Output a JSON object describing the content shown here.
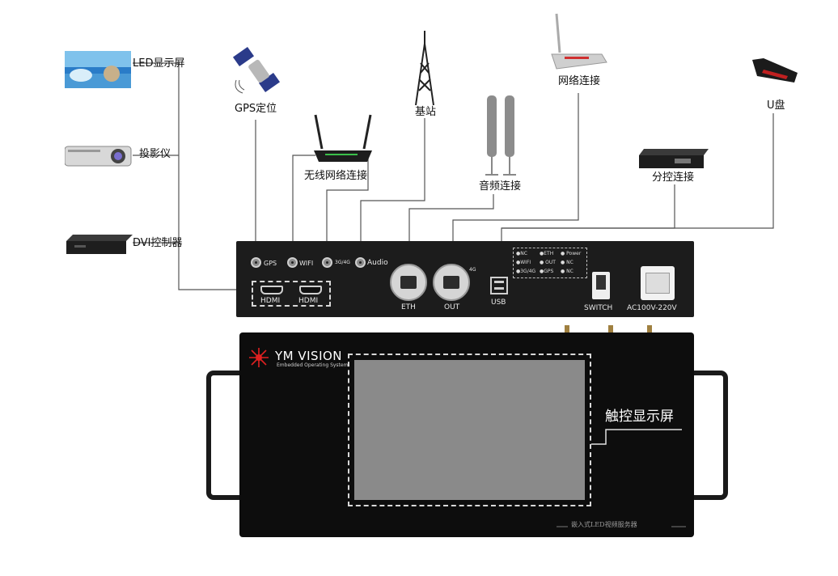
{
  "devices": {
    "led_display": "LED显示屏",
    "projector": "投影仪",
    "dvi_controller": "DVI控制器",
    "gps": "GPS定位",
    "wireless": "无线网络连接",
    "base_station": "基站",
    "audio": "音频连接",
    "network": "网络连接",
    "sub_control": "分控连接",
    "usb_disk": "U盘"
  },
  "rear_panel": {
    "gps": "GPS",
    "wifi": "WIFI",
    "g34": "3G/4G",
    "audio": "Audio",
    "hdmi_1": "HDMI",
    "hdmi_2": "HDMI",
    "eth": "ETH",
    "out": "OUT",
    "out_tag": "4G",
    "usb": "USB",
    "switch": "SWITCH",
    "power": "AC100V-220V",
    "indicators": [
      "●NC",
      "●ETH",
      "● Power",
      "●WIFI",
      "● OUT",
      "● NC",
      "●3G/4G",
      "●GPS",
      "● NC"
    ]
  },
  "front_panel": {
    "brand": "YM VISION",
    "brand_subtitle": "Embedded Operating System",
    "touch_label": "触控显示屏",
    "bottom_text": "嵌入式LED视频服务器"
  },
  "colors": {
    "panel": "#1c1c1c",
    "device": "#0d0d0d",
    "screen": "#8a8a8a",
    "accent_logo": "#e02020",
    "connector": "#555555"
  }
}
